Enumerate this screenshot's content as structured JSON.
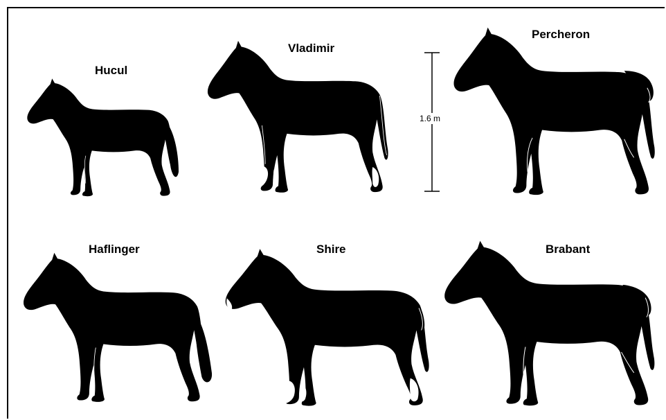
{
  "breeds": {
    "hucul": "Hucul",
    "vladimir": "Vladimir",
    "percheron": "Percheron",
    "haflinger": "Haflinger",
    "shire": "Shire",
    "brabant": "Brabant"
  },
  "scale": {
    "label": "1.6 m"
  },
  "colors": {
    "silhouette": "#000000",
    "background": "#ffffff"
  }
}
